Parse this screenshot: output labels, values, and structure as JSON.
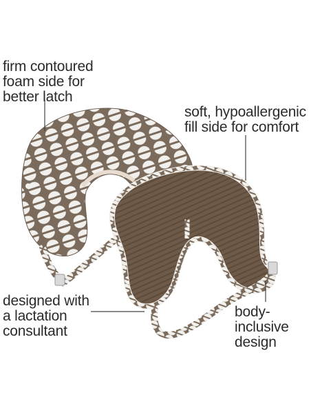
{
  "callouts": {
    "firm_foam": "firm contoured\nfoam side for\nbetter latch",
    "soft_fill": "soft, hypoallergenic\nfill side for comfort",
    "lactation": "designed with\na lactation\nconsultant",
    "body_inclusive": "body-\ninclusive\ndesign"
  },
  "colors": {
    "pillow_brown": "#7b6b5c",
    "pattern_white": "#f2f0ec",
    "text": "#2b2b2b",
    "leader_line": "#444444"
  }
}
